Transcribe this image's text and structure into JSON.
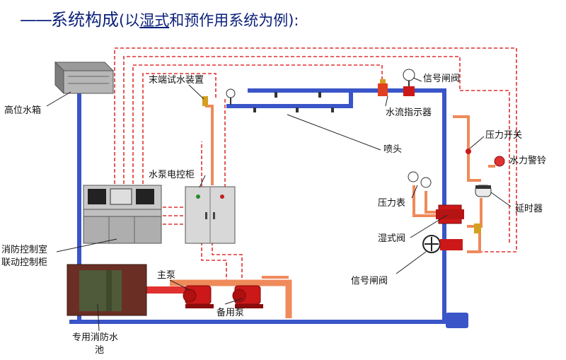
{
  "title": {
    "dash": "——",
    "main": "系统构成",
    "open": "(以",
    "wet": "湿式",
    "mid": "和预作用系统为例",
    "close": "):"
  },
  "labels": {
    "high_tank": "高位水箱",
    "end_test": "末端试水装置",
    "signal_valve_top": "信号闸阀",
    "flow_indicator": "水流指示器",
    "sprinkler": "喷头",
    "pressure_switch": "压力开关",
    "water_alarm": "水力警铃",
    "pump_panel": "水泵电控柜",
    "control_room_1": "消防控制室",
    "control_room_2": "联动控制柜",
    "pressure_gauge": "压力表",
    "delay": "延时器",
    "wet_valve": "湿式阀",
    "signal_valve_bottom": "信号闸阀",
    "main_pump": "主泵",
    "backup_pump": "备用泵",
    "pool_1": "专用消防水",
    "pool_2": "池"
  },
  "colors": {
    "pipe_blue": "#3a55c8",
    "pipe_orange": "#ef8a5a",
    "signal_red": "#e03030",
    "pump_red": "#cc1818",
    "title": "#0b1f7a"
  }
}
